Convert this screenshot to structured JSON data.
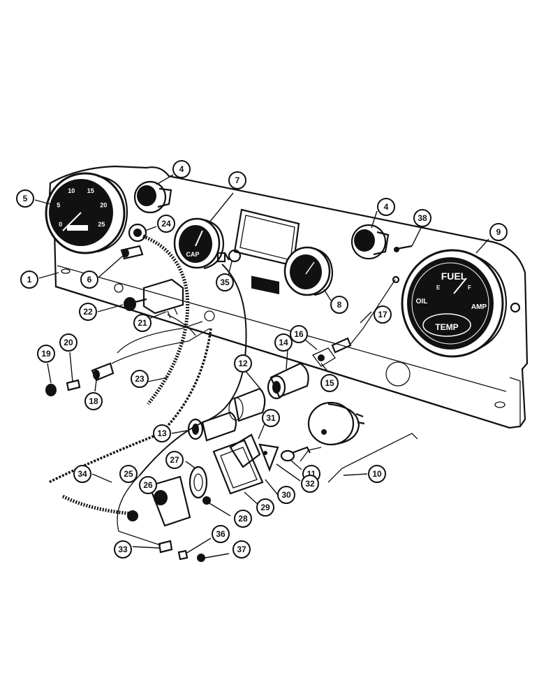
{
  "gauges": {
    "speedo_scale": [
      "0",
      "5",
      "10",
      "15",
      "20",
      "25"
    ],
    "cluster_labels": {
      "fuel": "FUEL",
      "oil": "OIL",
      "amp": "AMP",
      "temp": "TEMP",
      "fuel_e": "E",
      "fuel_f": "F"
    },
    "small_gauge_label": "CAP"
  },
  "callouts": [
    {
      "id": "c1",
      "label": "1"
    },
    {
      "id": "c4a",
      "label": "4"
    },
    {
      "id": "c4b",
      "label": "4"
    },
    {
      "id": "c5",
      "label": "5"
    },
    {
      "id": "c6",
      "label": "6"
    },
    {
      "id": "c7",
      "label": "7"
    },
    {
      "id": "c8",
      "label": "8"
    },
    {
      "id": "c9",
      "label": "9"
    },
    {
      "id": "c10",
      "label": "10"
    },
    {
      "id": "c11",
      "label": "11"
    },
    {
      "id": "c12",
      "label": "12"
    },
    {
      "id": "c13",
      "label": "13"
    },
    {
      "id": "c14",
      "label": "14"
    },
    {
      "id": "c15",
      "label": "15"
    },
    {
      "id": "c16",
      "label": "16"
    },
    {
      "id": "c17",
      "label": "17"
    },
    {
      "id": "c18",
      "label": "18"
    },
    {
      "id": "c19",
      "label": "19"
    },
    {
      "id": "c20",
      "label": "20"
    },
    {
      "id": "c21",
      "label": "21"
    },
    {
      "id": "c22",
      "label": "22"
    },
    {
      "id": "c23",
      "label": "23"
    },
    {
      "id": "c24",
      "label": "24"
    },
    {
      "id": "c25",
      "label": "25"
    },
    {
      "id": "c26",
      "label": "26"
    },
    {
      "id": "c27",
      "label": "27"
    },
    {
      "id": "c28",
      "label": "28"
    },
    {
      "id": "c29",
      "label": "29"
    },
    {
      "id": "c30",
      "label": "30"
    },
    {
      "id": "c31",
      "label": "31"
    },
    {
      "id": "c32",
      "label": "32"
    },
    {
      "id": "c33",
      "label": "33"
    },
    {
      "id": "c34",
      "label": "34"
    },
    {
      "id": "c35",
      "label": "35"
    },
    {
      "id": "c36",
      "label": "36"
    },
    {
      "id": "c37",
      "label": "37"
    },
    {
      "id": "c38",
      "label": "38"
    }
  ]
}
